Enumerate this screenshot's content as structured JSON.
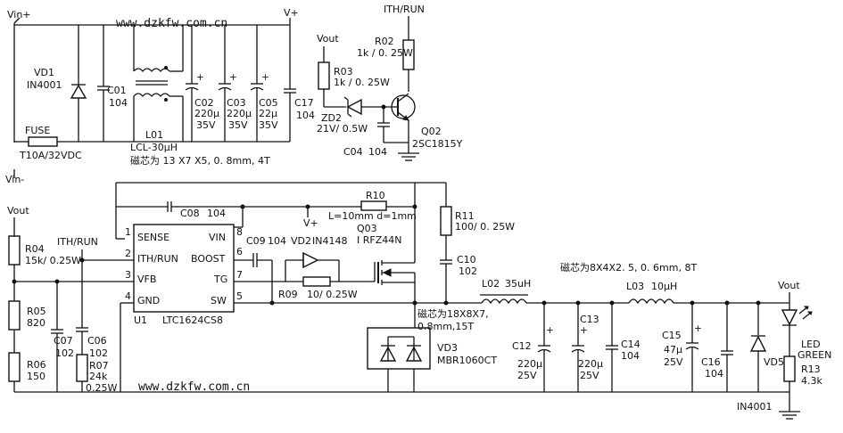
{
  "watermark": {
    "top": "www.dzkfw.com.cn",
    "bottom": "www.dzkfw.com.cn"
  },
  "nets": {
    "vin_plus": "Vin+",
    "vin_minus": "Vin-",
    "v_plus": "V+",
    "vout": "Vout",
    "ith_run": "ITH/RUN"
  },
  "fuse": {
    "name": "FUSE",
    "rating": "T10A/32VDC"
  },
  "vd1": {
    "name": "VD1",
    "part": "IN4001"
  },
  "c01": {
    "name": "C01",
    "value": "104"
  },
  "l01": {
    "name": "L01",
    "value": "LCL-30µH",
    "core": "磁芯为 13 X7 X5, 0. 8mm, 4T"
  },
  "c02": {
    "name": "C02",
    "cap": "220µ",
    "volt": "35V"
  },
  "c03": {
    "name": "C03",
    "cap": "220µ",
    "volt": "35V"
  },
  "c05": {
    "name": "C05",
    "cap": "22µ",
    "volt": "35V"
  },
  "c17": {
    "name": "C17",
    "value": "104"
  },
  "r02": {
    "name": "R02",
    "value": "1k / 0. 25W"
  },
  "r03": {
    "name": "R03",
    "value": "1k / 0. 25W"
  },
  "zd2": {
    "name": "ZD2",
    "value": "21V/ 0.5W"
  },
  "c04": {
    "name": "C04",
    "value": "104"
  },
  "q02": {
    "name": "Q02",
    "part": "2SC1815Y"
  },
  "c08": {
    "name": "C08",
    "value": "104"
  },
  "r10": {
    "name": "R10",
    "note": "L=10mm d=1mm"
  },
  "q03": {
    "name": "Q03",
    "part": "I RFZ44N"
  },
  "r11": {
    "name": "R11",
    "value": "100/ 0. 25W"
  },
  "c10": {
    "name": "C10",
    "value": "102"
  },
  "vd2": {
    "name": "VD2",
    "part": "IN4148"
  },
  "c09": {
    "name": "C09",
    "value": "104"
  },
  "r09": {
    "name": "R09",
    "value": "10/ 0.25W"
  },
  "u1": {
    "name": "U1",
    "part": "LTC1624CS8",
    "pins_left": [
      "SENSE",
      "ITH/RUN",
      "VFB",
      "GND"
    ],
    "pins_right": [
      "VIN",
      "BOOST",
      "TG",
      "SW"
    ],
    "num_left": [
      "1",
      "2",
      "3",
      "4"
    ],
    "num_right": [
      "8",
      "6",
      "7",
      "5"
    ]
  },
  "r04": {
    "name": "R04",
    "value": "15k/ 0.25W"
  },
  "r05": {
    "name": "R05",
    "value": "820"
  },
  "r06": {
    "name": "R06",
    "value": "150"
  },
  "c07": {
    "name": "C07",
    "value": "102"
  },
  "c06": {
    "name": "C06",
    "value": "102"
  },
  "r07": {
    "name": "R07",
    "value": "24k",
    "power": "0.25W"
  },
  "l02": {
    "name": "L02",
    "value": "35uH",
    "core1": "磁芯为18X8X7,",
    "core2": "0.8mm,15T"
  },
  "vd3": {
    "name": "VD3",
    "part": "MBR1060CT"
  },
  "l03": {
    "name": "L03",
    "value": "10µH",
    "core": "磁芯为8X4X2. 5,  0. 6mm, 8T"
  },
  "c12": {
    "name": "C12",
    "cap": "220µ",
    "volt": "25V"
  },
  "c13": {
    "name": "C13",
    "cap": "220µ",
    "volt": "25V"
  },
  "c14": {
    "name": "C14",
    "value": "104"
  },
  "c15": {
    "name": "C15",
    "cap": "47µ",
    "volt": "25V"
  },
  "c16": {
    "name": "C16",
    "value": "104"
  },
  "vd5": {
    "name": "VD5",
    "part": "IN4001"
  },
  "led": {
    "line1": "LED",
    "line2": "GREEN"
  },
  "r13": {
    "name": "R13",
    "value": "4.3k"
  }
}
